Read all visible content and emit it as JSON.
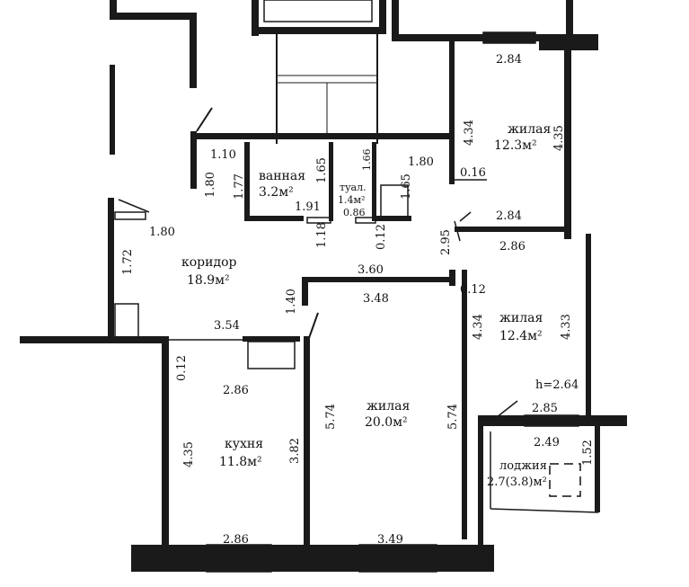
{
  "rooms": {
    "living_top": {
      "name": "жилая",
      "area": "12.3м²"
    },
    "bathroom": {
      "name": "ванная",
      "area": "3.2м²"
    },
    "toilet": {
      "name": "туал.",
      "area": "1.4м²"
    },
    "corridor": {
      "name": "коридор",
      "area": "18.9м²"
    },
    "living_right": {
      "name": "жилая",
      "area": "12.4м²"
    },
    "living_main": {
      "name": "жилая",
      "area": "20.0м²"
    },
    "kitchen": {
      "name": "кухня",
      "area": "11.8м²"
    },
    "loggia": {
      "name": "лоджия",
      "area": "2.7(3.8)м²"
    }
  },
  "height_note": "h=2.64",
  "dimensions": {
    "top_284a": "2.84",
    "v_434a": "4.34",
    "v_435a": "4.35",
    "d_110": "1.10",
    "v_180a": "1.80",
    "v_177": "1.77",
    "v_165a": "1.65",
    "v_166": "1.66",
    "v_165b": "1.65",
    "d_180b": "1.80",
    "d_016": "0.16",
    "d_191": "1.91",
    "d_086": "0.86",
    "d_180c": "1.80",
    "v_118": "1.18",
    "v_012a": "0.12",
    "v_295": "2.95",
    "d_284b": "2.84",
    "d_286a": "2.86",
    "v_172": "1.72",
    "d_360": "3.60",
    "d_348": "3.48",
    "d_012b": "0.12",
    "v_140": "1.40",
    "d_354": "3.54",
    "v_434b": "4.34",
    "v_433": "4.33",
    "v_012c": "0.12",
    "d_286b": "2.86",
    "v_574a": "5.74",
    "v_574b": "5.74",
    "d_285": "2.85",
    "d_249": "2.49",
    "v_152": "1.52",
    "v_435b": "4.35",
    "v_382": "3.82",
    "d_286c": "2.86",
    "d_349": "3.49"
  }
}
